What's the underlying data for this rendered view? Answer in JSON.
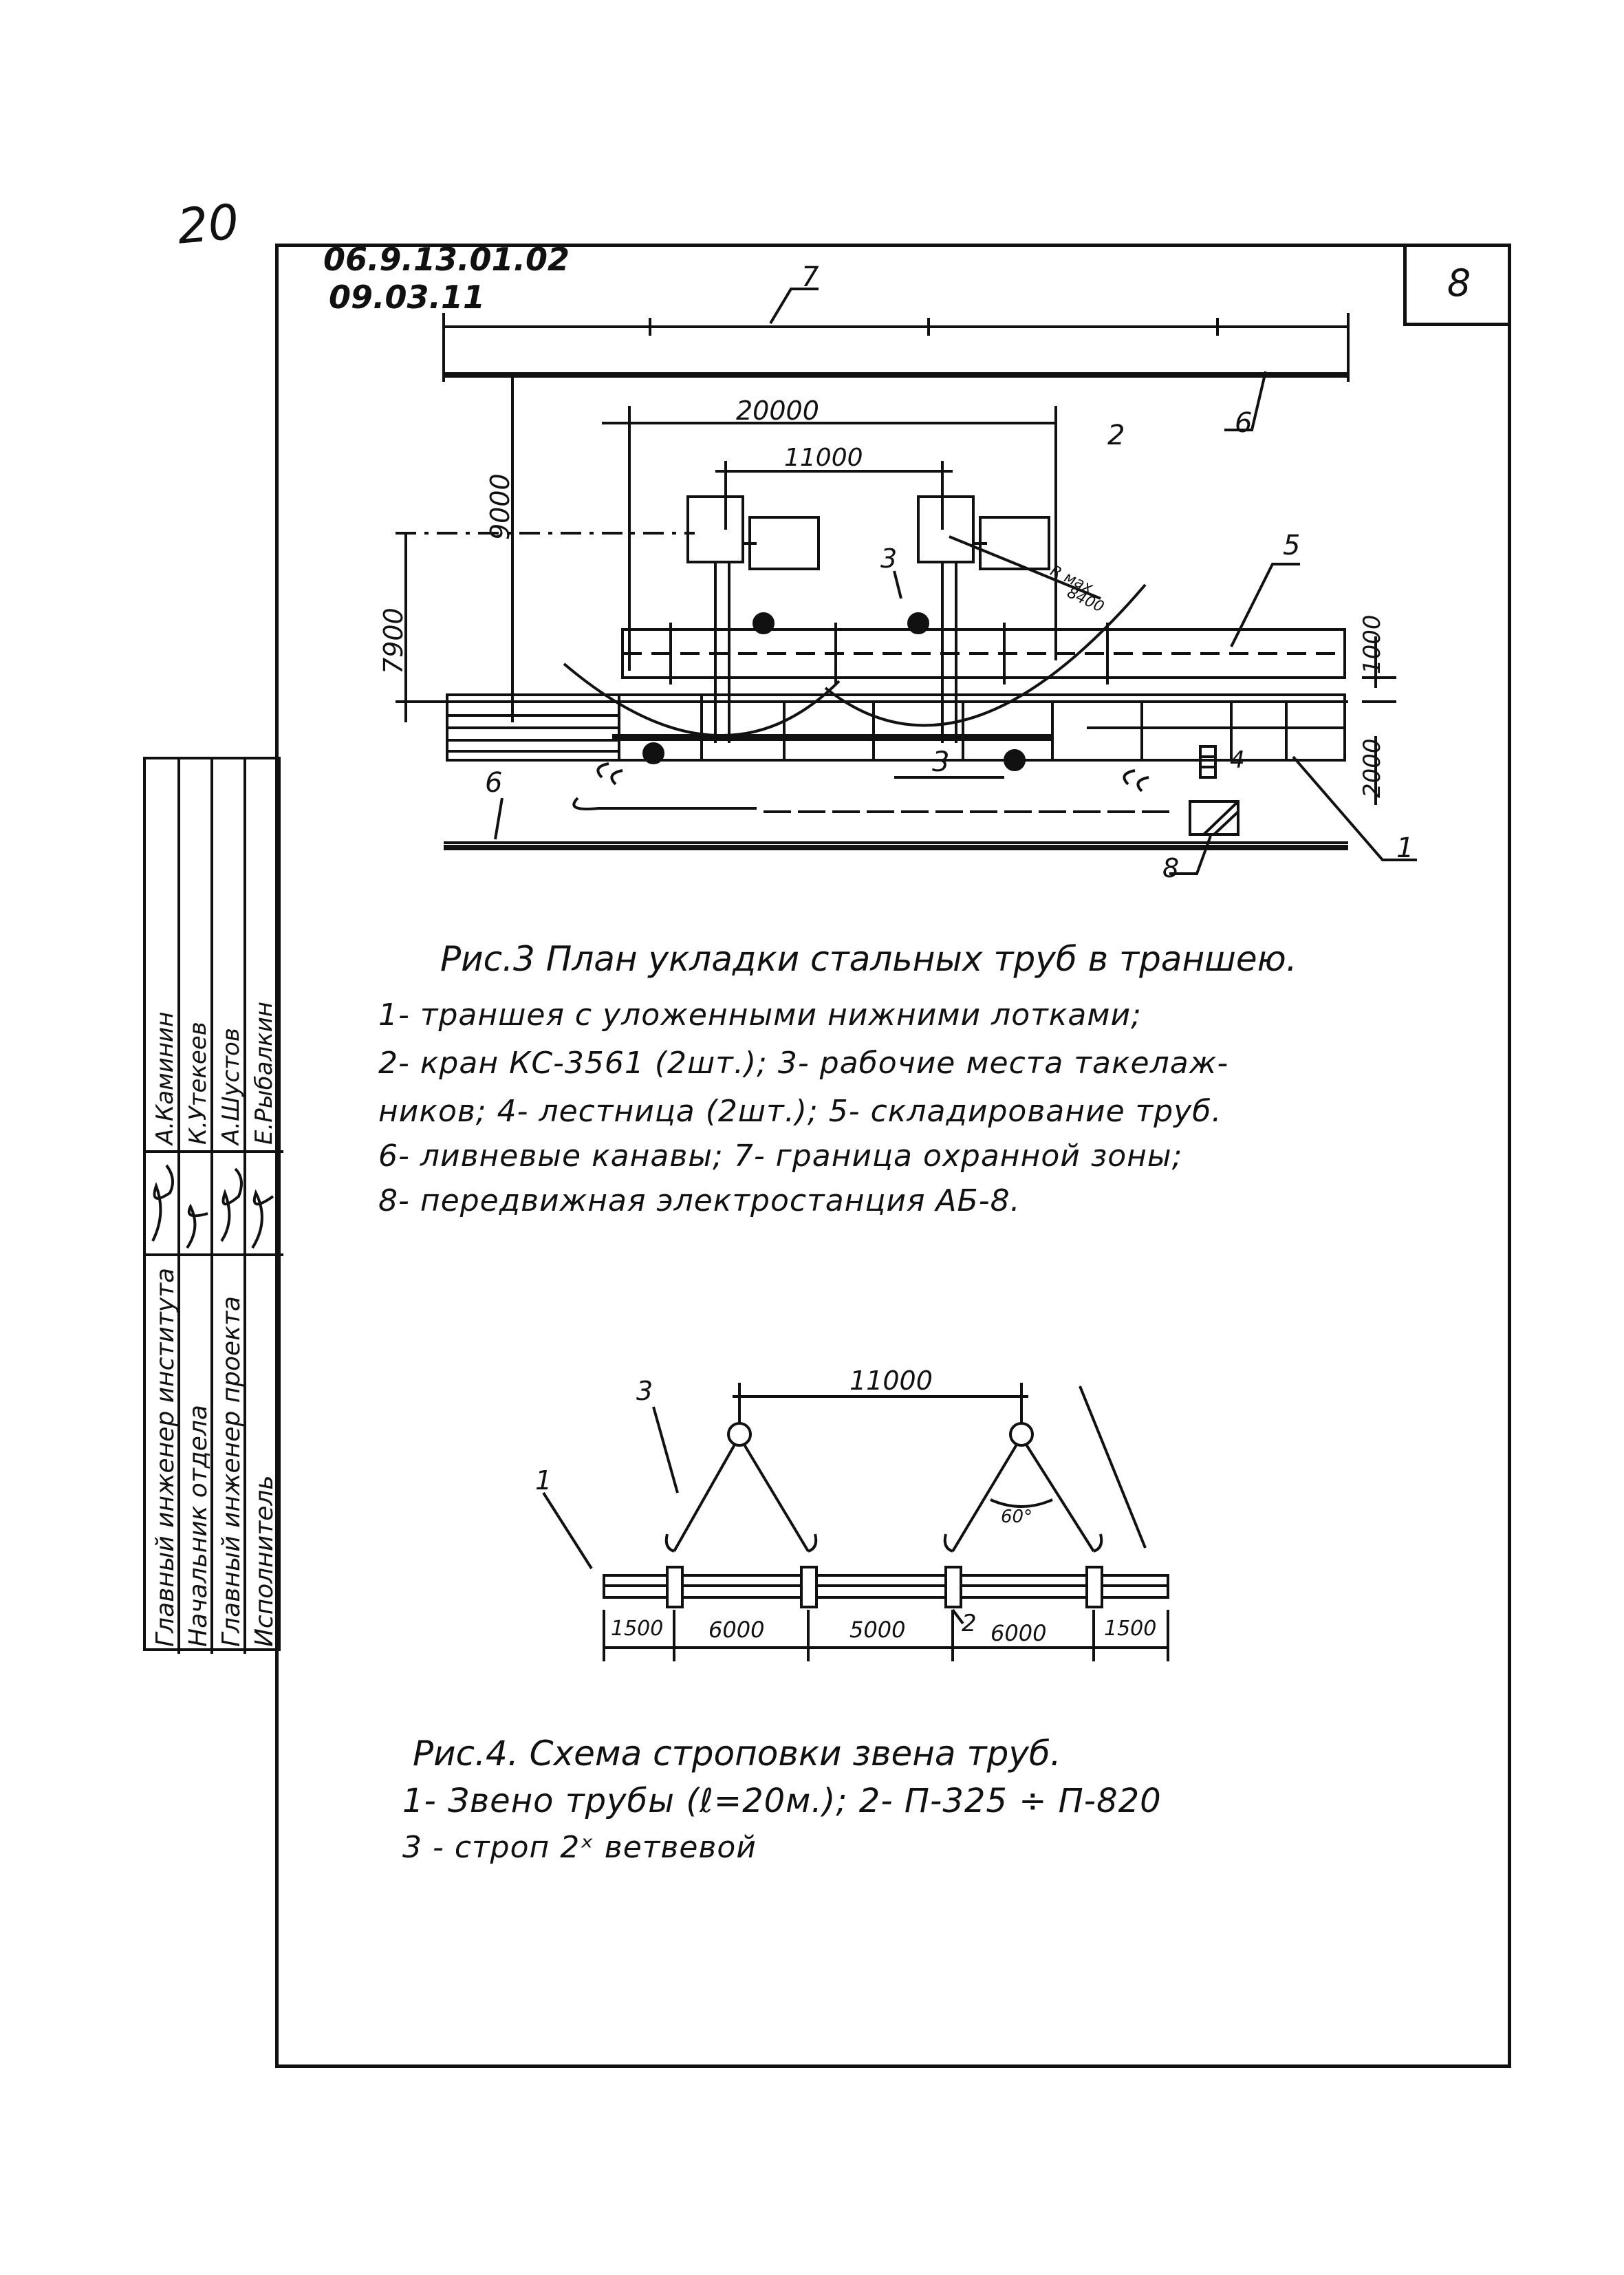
{
  "page_number": "20",
  "sheet_number": "8",
  "codes": [
    "06.9.13.01.02",
    "09.03.11"
  ],
  "stamp": {
    "positions": [
      "Главный инженер института",
      "Начальник отдела",
      "Главный инженер проекта",
      "Исполнитель"
    ],
    "names": [
      "А.Каминин",
      "К.Утекеев",
      "А.Шустов",
      "Е.Рыбалкин"
    ]
  },
  "fig3": {
    "caption": "Рис.3  План укладки стальных труб в траншею.",
    "legend": [
      "1- траншея с уложенными нижними лотками;",
      "2- кран КС-3561  (2шт.); 3- рабочие места такелаж-",
      "ников; 4- лестница (2шт.); 5- складирование труб.",
      "6- ливневые канавы; 7- граница охранной зоны;",
      "8- передвижная электростанция     АБ-8."
    ],
    "dims": {
      "d20000": "20000",
      "d11000": "11000",
      "d9000": "9000",
      "d7900": "7900",
      "d1000": "1000",
      "d2000": "2000",
      "radius": "R мах",
      "radius_val": "8400"
    },
    "markers": {
      "m1": "1",
      "m2": "2",
      "m3a": "3",
      "m3b": "3",
      "m4": "4",
      "m5": "5",
      "m6a": "6",
      "m6b": "6",
      "m7": "7",
      "m8": "8"
    }
  },
  "fig4": {
    "caption": "Рис.4.  Схема   строповки   звена   труб.",
    "legend": [
      "1- Звено   трубы  (ℓ=20м.);   2- П-325  ÷  П-820",
      "3 - строп 2ˣ ветвевой"
    ],
    "dims": {
      "top": "11000",
      "segments": [
        "1500",
        "6000",
        "5000",
        "6000",
        "1500"
      ],
      "angle": "60°"
    },
    "markers": {
      "m1": "1",
      "m2": "2",
      "m3": "3"
    }
  }
}
